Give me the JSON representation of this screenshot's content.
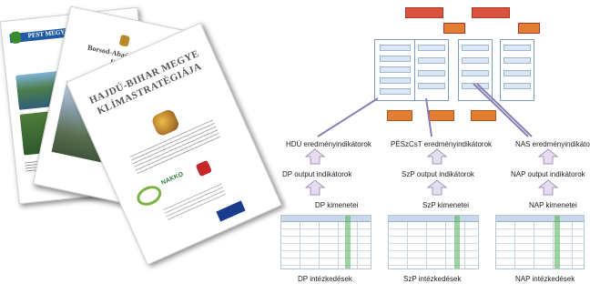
{
  "documents": {
    "doc1_header": "PEST MEGYE",
    "doc2_title": "Borsod-Abaúj-Zemplén Megye Klímastratégia",
    "doc3_title": "HAJDÚ-BIHAR MEGYE KLÍMASTRATÉGIÁJA",
    "doc3_logo": "NAKKO"
  },
  "diagram": {
    "columns": [
      {
        "result_indicator": "HDÚ eredményindikátorok",
        "output_indicator": "DP output indikátorok",
        "outcome": "DP kimenetei",
        "measures": "DP intézkedések"
      },
      {
        "result_indicator": "PÉSzCsT eredményindikátorok",
        "output_indicator": "SzP output indikátorok",
        "outcome": "SzP kimenetei",
        "measures": "SzP intézkedések"
      },
      {
        "result_indicator": "NAS eredményindikátorok",
        "output_indicator": "NAP output indikátorok",
        "outcome": "NAP kimenetei",
        "measures": "NAP intézkedések"
      }
    ]
  },
  "colors": {
    "arrow_fill": "#e6dcef",
    "arrow_stroke": "#a896c0",
    "flow_connector": "#8a7fb5",
    "flow_red": "#d9533f",
    "flow_orange": "#e27d32"
  }
}
